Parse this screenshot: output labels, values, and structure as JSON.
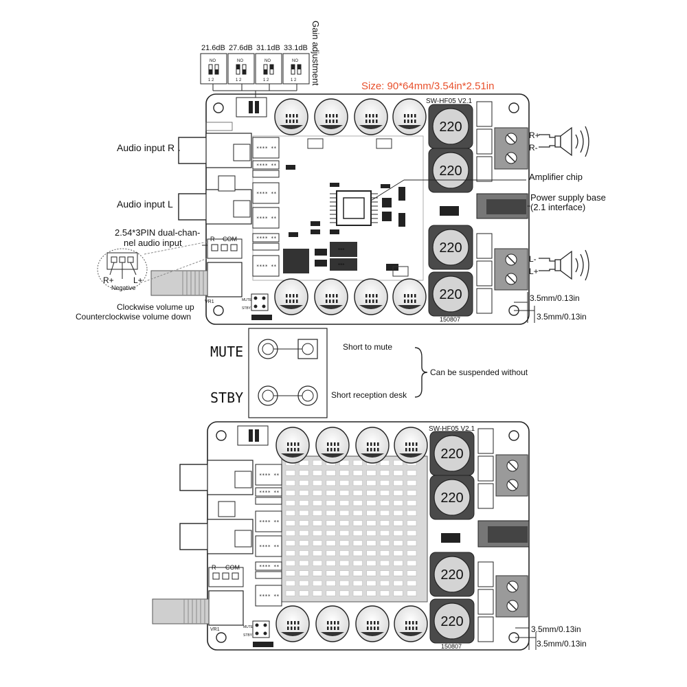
{
  "gain_switches": [
    "21.6dB",
    "27.6dB",
    "31.1dB",
    "33.1dB"
  ],
  "switch_on": "NO",
  "switch_pins": "1  2",
  "gain_label": "Gain adjustment",
  "size_label": "Size: 90*64mm/3.54in*2.51in",
  "board_model": "SW-HF05  V2.1",
  "inductor_value": "220",
  "board_date": "150807",
  "labels": {
    "audio_input_r": "Audio input R",
    "audio_input_l": "Audio input L",
    "pin_header_line1": "2.54*3PIN dual-chan-",
    "pin_header_line2": "nel audio input",
    "pin_r": "R",
    "pin_com": "COM",
    "r_plus": "R+",
    "l_plus": "L+",
    "negative": "Negative",
    "volume_up": "Clockwise volume up",
    "volume_down": "Counterclockwise volume down",
    "vr1": "VR1",
    "amp_chip": "Amplifier chip",
    "power_line1": "Power supply base",
    "power_line2": "(2.1 interface)",
    "spk_r_plus": "R+",
    "spk_r_minus": "R-",
    "spk_l_minus": "L-",
    "spk_l_plus": "L+",
    "hole_1": "3.5mm/0.13in",
    "hole_2": "3.5mm/0.13in",
    "mute": "MUTE",
    "stby": "STBY",
    "short_mute": "Short to mute",
    "short_reception": "Short reception desk",
    "suspended": "Can be suspended without"
  },
  "colors": {
    "size_text": "#e8502c",
    "inductor": "#4a4a4a",
    "heatsink": "#d9d9d9",
    "terminal": "#9a9a9a"
  }
}
